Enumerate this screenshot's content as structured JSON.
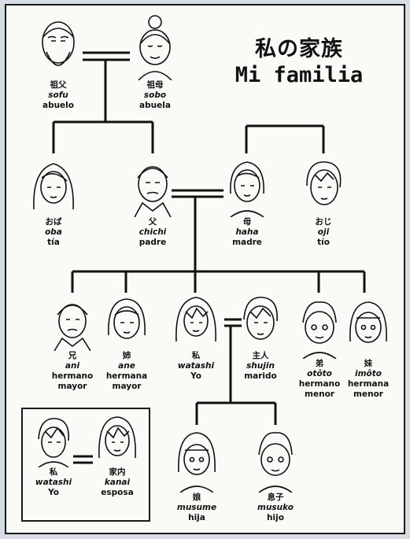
{
  "title_jp": "私の家族",
  "title_es": "Mi familia",
  "people": {
    "sofu": {
      "kanji": "祖父",
      "romaji": "sofu",
      "spanish": "abuelo"
    },
    "sobo": {
      "kanji": "祖母",
      "romaji": "sobo",
      "spanish": "abuela"
    },
    "oba": {
      "kanji": "おば",
      "romaji": "oba",
      "spanish": "tía"
    },
    "chichi": {
      "kanji": "父",
      "romaji": "chichi",
      "spanish": "padre"
    },
    "haha": {
      "kanji": "母",
      "romaji": "haha",
      "spanish": "madre"
    },
    "oji": {
      "kanji": "おじ",
      "romaji": "oji",
      "spanish": "tío"
    },
    "ani": {
      "kanji": "兄",
      "romaji": "ani",
      "spanish_1": "hermano",
      "spanish_2": "mayor"
    },
    "ane": {
      "kanji": "姉",
      "romaji": "ane",
      "spanish_1": "hermana",
      "spanish_2": "mayor"
    },
    "watashi": {
      "kanji": "私",
      "romaji": "watashi",
      "spanish": "Yo"
    },
    "shujin": {
      "kanji": "主人",
      "romaji": "shujin",
      "spanish": "marido"
    },
    "ototo": {
      "kanji": "弟",
      "romaji": "otôto",
      "spanish_1": "hermano",
      "spanish_2": "menor"
    },
    "imoto": {
      "kanji": "妹",
      "romaji": "imôto",
      "spanish_1": "hermana",
      "spanish_2": "menor"
    },
    "musume": {
      "kanji": "娘",
      "romaji": "musume",
      "spanish": "hija"
    },
    "musuko": {
      "kanji": "息子",
      "romaji": "musuko",
      "spanish": "hijo"
    },
    "watashi2": {
      "kanji": "私",
      "romaji": "watashi",
      "spanish": "Yo"
    },
    "kanai": {
      "kanji": "家内",
      "romaji": "kanai",
      "spanish": "esposa"
    }
  }
}
